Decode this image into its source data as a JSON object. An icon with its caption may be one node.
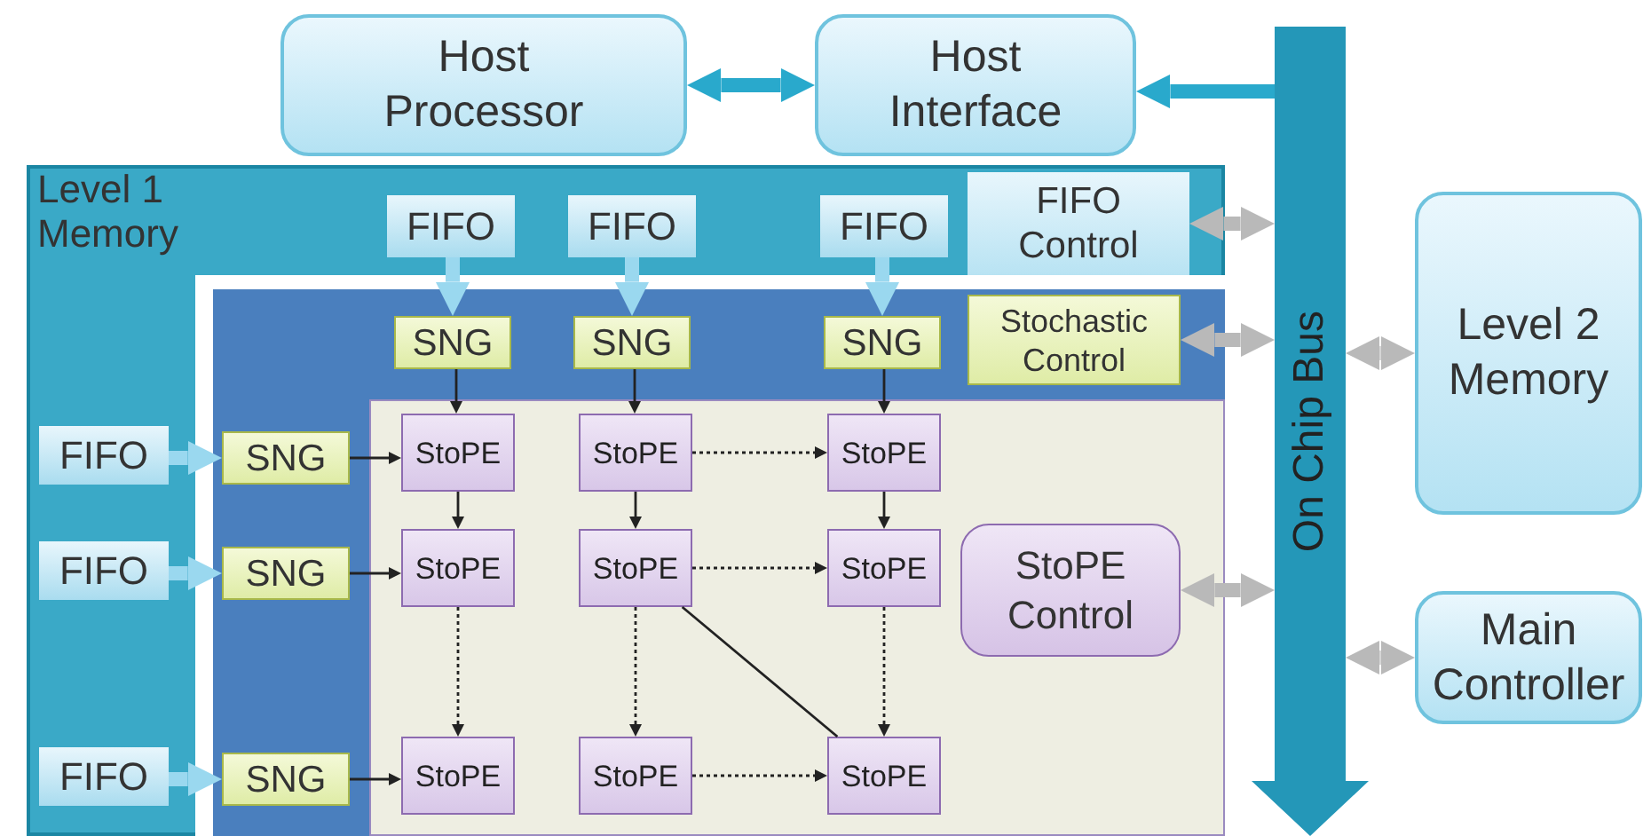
{
  "diagram": {
    "nodes": [
      {
        "text": [
          "Host Processor"
        ]
      },
      {
        "text": [
          "Host Interface"
        ]
      },
      {
        "text": [
          "On Chip Bus"
        ]
      },
      {
        "text": [
          "Level 1 Memory"
        ]
      },
      {
        "text": [
          "FIFO Control"
        ],
        "in": 3
      },
      {
        "text": [],
        "shape": "box",
        "in": 3
      },
      {
        "text": [
          "Stochastic Control"
        ],
        "in": 5
      },
      {
        "text": [],
        "shape": "box",
        "in": 5
      },
      {
        "text": [
          "StoPE Control"
        ],
        "in": 7
      },
      {
        "text": [
          "FIFO"
        ],
        "in": 3
      },
      {
        "text": [
          "FIFO"
        ],
        "in": 3
      },
      {
        "text": [
          "FIFO"
        ],
        "in": 3
      },
      {
        "text": [
          "SNG"
        ],
        "in": 5
      },
      {
        "text": [
          "SNG"
        ],
        "in": 5
      },
      {
        "text": [
          "SNG"
        ],
        "in": 5
      },
      {
        "text": [
          "FIFO"
        ],
        "in": 3
      },
      {
        "text": [
          "FIFO"
        ],
        "in": 3
      },
      {
        "text": [
          "FIFO"
        ],
        "in": 3
      },
      {
        "text": [
          "SNG"
        ],
        "in": 5
      },
      {
        "text": [
          "SNG"
        ],
        "in": 5
      },
      {
        "text": [
          "SNG"
        ],
        "in": 5
      },
      {
        "text": [
          "StoPE"
        ],
        "in": 7
      },
      {
        "text": [
          "StoPE"
        ],
        "in": 7
      },
      {
        "text": [
          "StoPE"
        ],
        "in": 7
      },
      {
        "text": [
          "StoPE"
        ],
        "in": 7
      },
      {
        "text": [
          "StoPE"
        ],
        "in": 7
      },
      {
        "text": [
          "StoPE"
        ],
        "in": 7
      },
      {
        "text": [
          "StoPE"
        ],
        "in": 7
      },
      {
        "text": [
          "StoPE"
        ],
        "in": 7
      },
      {
        "text": [
          "StoPE"
        ],
        "in": 7
      },
      {
        "text": [
          "Level 2 Memory"
        ]
      },
      {
        "text": [
          "Main Controller"
        ]
      }
    ],
    "edges": [
      {
        "from": 0,
        "to": 1,
        "arrow": "both",
        "style": "thick",
        "color": "#29a9cc"
      },
      {
        "from": 2,
        "to": 1,
        "arrow": "to",
        "style": "thick",
        "color": "#29a9cc"
      },
      {
        "from": 4,
        "to": 2,
        "arrow": "both",
        "style": "thick",
        "color": "#b9b9b9"
      },
      {
        "from": 6,
        "to": 2,
        "arrow": "both",
        "style": "thick",
        "color": "#b9b9b9"
      },
      {
        "from": 8,
        "to": 2,
        "arrow": "both",
        "style": "thick",
        "color": "#b9b9b9"
      },
      {
        "from": 2,
        "to": 30,
        "arrow": "both",
        "style": "thick",
        "color": "#b9b9b9"
      },
      {
        "from": 2,
        "to": 31,
        "arrow": "both",
        "style": "thick",
        "color": "#b9b9b9"
      },
      {
        "from": 9,
        "to": 12,
        "arrow": "to",
        "style": "thick",
        "color": "#9ad8ef"
      },
      {
        "from": 10,
        "to": 13,
        "arrow": "to",
        "style": "thick",
        "color": "#9ad8ef"
      },
      {
        "from": 11,
        "to": 14,
        "arrow": "to",
        "style": "thick",
        "color": "#9ad8ef"
      },
      {
        "from": 15,
        "to": 18,
        "arrow": "to",
        "style": "thick",
        "color": "#9ad8ef"
      },
      {
        "from": 16,
        "to": 19,
        "arrow": "to",
        "style": "thick",
        "color": "#9ad8ef"
      },
      {
        "from": 17,
        "to": 20,
        "arrow": "to",
        "style": "thick",
        "color": "#9ad8ef"
      },
      {
        "from": 12,
        "to": 21,
        "arrow": "to"
      },
      {
        "from": 13,
        "to": 22,
        "arrow": "to"
      },
      {
        "from": 14,
        "to": 23,
        "arrow": "to"
      },
      {
        "from": 18,
        "to": 21,
        "arrow": "to"
      },
      {
        "from": 19,
        "to": 24,
        "arrow": "to"
      },
      {
        "from": 20,
        "to": 27,
        "arrow": "to"
      },
      {
        "from": 21,
        "to": 24,
        "arrow": "to"
      },
      {
        "from": 22,
        "to": 25,
        "arrow": "to"
      },
      {
        "from": 23,
        "to": 26,
        "arrow": "to"
      },
      {
        "from": 22,
        "to": 23,
        "arrow": "to",
        "style": "dashed"
      },
      {
        "from": 25,
        "to": 26,
        "arrow": "to",
        "style": "dashed"
      },
      {
        "from": 28,
        "to": 29,
        "arrow": "to",
        "style": "dashed"
      },
      {
        "from": 24,
        "to": 27,
        "arrow": "to",
        "style": "dashed"
      },
      {
        "from": 25,
        "to": 28,
        "arrow": "to",
        "style": "dashed"
      },
      {
        "from": 26,
        "to": 29,
        "arrow": "to",
        "style": "dashed"
      },
      {
        "from": 25,
        "to": 29,
        "arrow": "none"
      }
    ]
  }
}
